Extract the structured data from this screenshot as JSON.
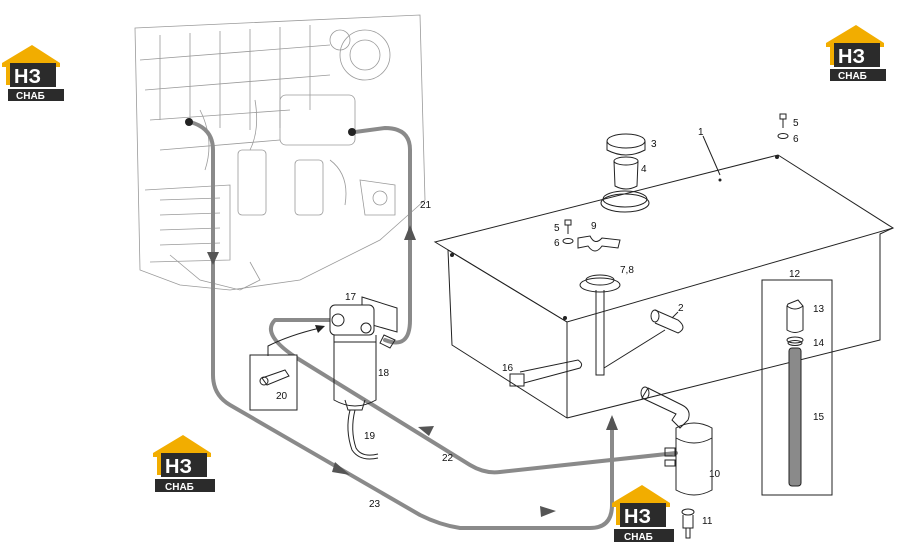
{
  "brand": {
    "logo_letters": "НЗ",
    "logo_sub": "СНАБ",
    "colors": {
      "orange": "#f2ad00",
      "dark": "#2b2b2b",
      "white": "#ffffff"
    }
  },
  "callouts": {
    "c1": "1",
    "c2": "2",
    "c3": "3",
    "c4": "4",
    "c5a": "5",
    "c5b": "5",
    "c6a": "6",
    "c6b": "6",
    "c78": "7,8",
    "c9": "9",
    "c10": "10",
    "c11": "11",
    "c12": "12",
    "c13": "13",
    "c14": "14",
    "c15": "15",
    "c16": "16",
    "c17": "17",
    "c18": "18",
    "c19": "19",
    "c20": "20",
    "c21": "21",
    "c22": "22",
    "c23": "23"
  },
  "colors": {
    "hose": "#8a8a8a",
    "linework": "#222222",
    "engine": "#9a9a9a"
  }
}
